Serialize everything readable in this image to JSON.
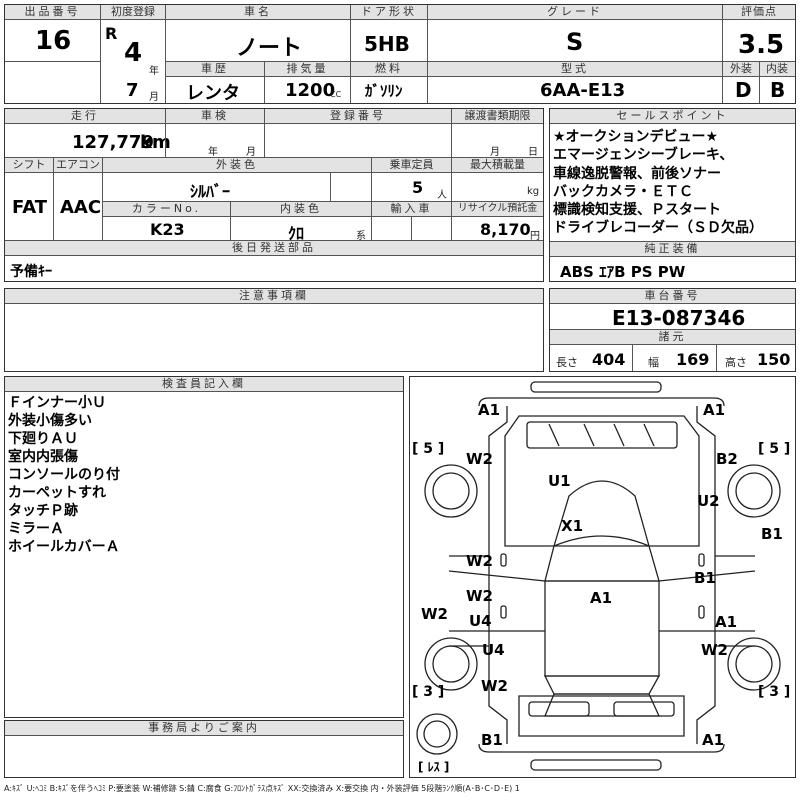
{
  "top": {
    "lot_number_label": "出品番号",
    "lot_number": "16",
    "first_reg_label": "初度登録",
    "era": "R",
    "year": "4",
    "year_unit": "年",
    "month": "7",
    "month_unit": "月",
    "car_name_label": "車名",
    "car_name": "ノート",
    "door_label": "ドア形状",
    "door": "5HB",
    "grade_label": "グレード",
    "grade": "S",
    "score_label": "評価点",
    "score": "3.5",
    "history_label": "車歴",
    "history": "レンタ",
    "displacement_label": "排気量",
    "displacement": "1200",
    "cc": "CC",
    "fuel_label": "燃料",
    "fuel": "ｶﾞｿﾘﾝ",
    "model_label": "型式",
    "model": "6AA-E13",
    "exterior_grade_label": "外装",
    "exterior_grade": "D",
    "interior_grade_label": "内装",
    "interior_grade": "B"
  },
  "row2": {
    "mileage_label": "走行",
    "mileage": "127,779",
    "km": "km",
    "inspection_label": "車検",
    "year_unit": "年",
    "month_unit": "月",
    "reg_label": "登録番号",
    "transfer_label": "譲渡書類期限",
    "month": "月",
    "day": "日",
    "shift_label": "シフト",
    "shift": "FAT",
    "ac_label": "エアコン",
    "ac": "AAC",
    "ext_color_label": "外装色",
    "ext_color": "ｼﾙﾊﾞｰ",
    "capacity_label": "乗車定員",
    "capacity": "5",
    "capacity_unit": "人",
    "max_load_label": "最大積載量",
    "max_load_unit": "kg",
    "color_no_label": "カラーNo.",
    "color_no": "K23",
    "int_color_label": "内装色",
    "int_color": "ｸﾛ",
    "int_color_unit": "系",
    "import_label": "輸入車",
    "recycle_label": "リサイクル預託金",
    "recycle": "8,170",
    "recycle_unit": "円",
    "later_parts_label": "後日発送部品",
    "later_parts": "予備ｷｰ"
  },
  "sales": {
    "label": "セールスポイント",
    "lines": [
      "★オークションデビュー★",
      "エマージェンシーブレーキ、",
      "車線逸脱警報、前後ソナー",
      "バックカメラ・ＥＴＣ",
      "標識検知支援、Ｐスタート",
      "ドライブレコーダー（ＳＤ欠品）"
    ],
    "equip_label": "純正装備",
    "equip": "ABS ｴｱB PS PW"
  },
  "notes_label": "注意事項欄",
  "chassis": {
    "label": "車台番号",
    "number": "E13-087346",
    "dims_label": "諸元",
    "length_label": "長さ",
    "length": "404",
    "width_label": "幅",
    "width": "169",
    "height_label": "高さ",
    "height": "150"
  },
  "inspector": {
    "label": "検査員記入欄",
    "lines": [
      "Ｆインナー小Ｕ",
      "外装小傷多い",
      "下廻りＡＵ",
      "室内内張傷",
      "コンソールのり付",
      "カーペットすれ",
      "タッチＰ跡",
      "ミラーＡ",
      "ホイールカバーＡ"
    ]
  },
  "office_label": "事務局よりご案内",
  "diagram": {
    "tire_fl": "[ 5 ]",
    "tire_fr": "[ 5 ]",
    "tire_rl": "[ 3 ]",
    "tire_rr": "[ 3 ]",
    "spare": "[ ﾚｽ ]",
    "marks": {
      "a1_tl": "A1",
      "a1_tr": "A1",
      "w2_fl": "W2",
      "b2_fr": "B2",
      "u1": "U1",
      "u2": "U2",
      "x1": "X1",
      "b1_r": "B1",
      "w2_l1": "W2",
      "b1_c": "B1",
      "w2_l2": "W2",
      "a1_c": "A1",
      "w2_l": "W2",
      "u4_1": "U4",
      "a1_r": "A1",
      "u4_2": "U4",
      "w2_r": "W2",
      "w2_bl": "W2",
      "b1_bl": "B1",
      "a1_br": "A1"
    }
  },
  "legend": "A:ｷｽﾞ U:ﾍｺﾐ B:ｷｽﾞを伴うﾍｺﾐ P:要塗装 W:補修跡 S:錆 C:腐食 G:ﾌﾛﾝﾄｶﾞﾗｽ点ｷｽﾞ XX:交換済み X:要交換 内・外装評価 5段階ﾗﾝｸ順(A･B･C･D･E) 1"
}
